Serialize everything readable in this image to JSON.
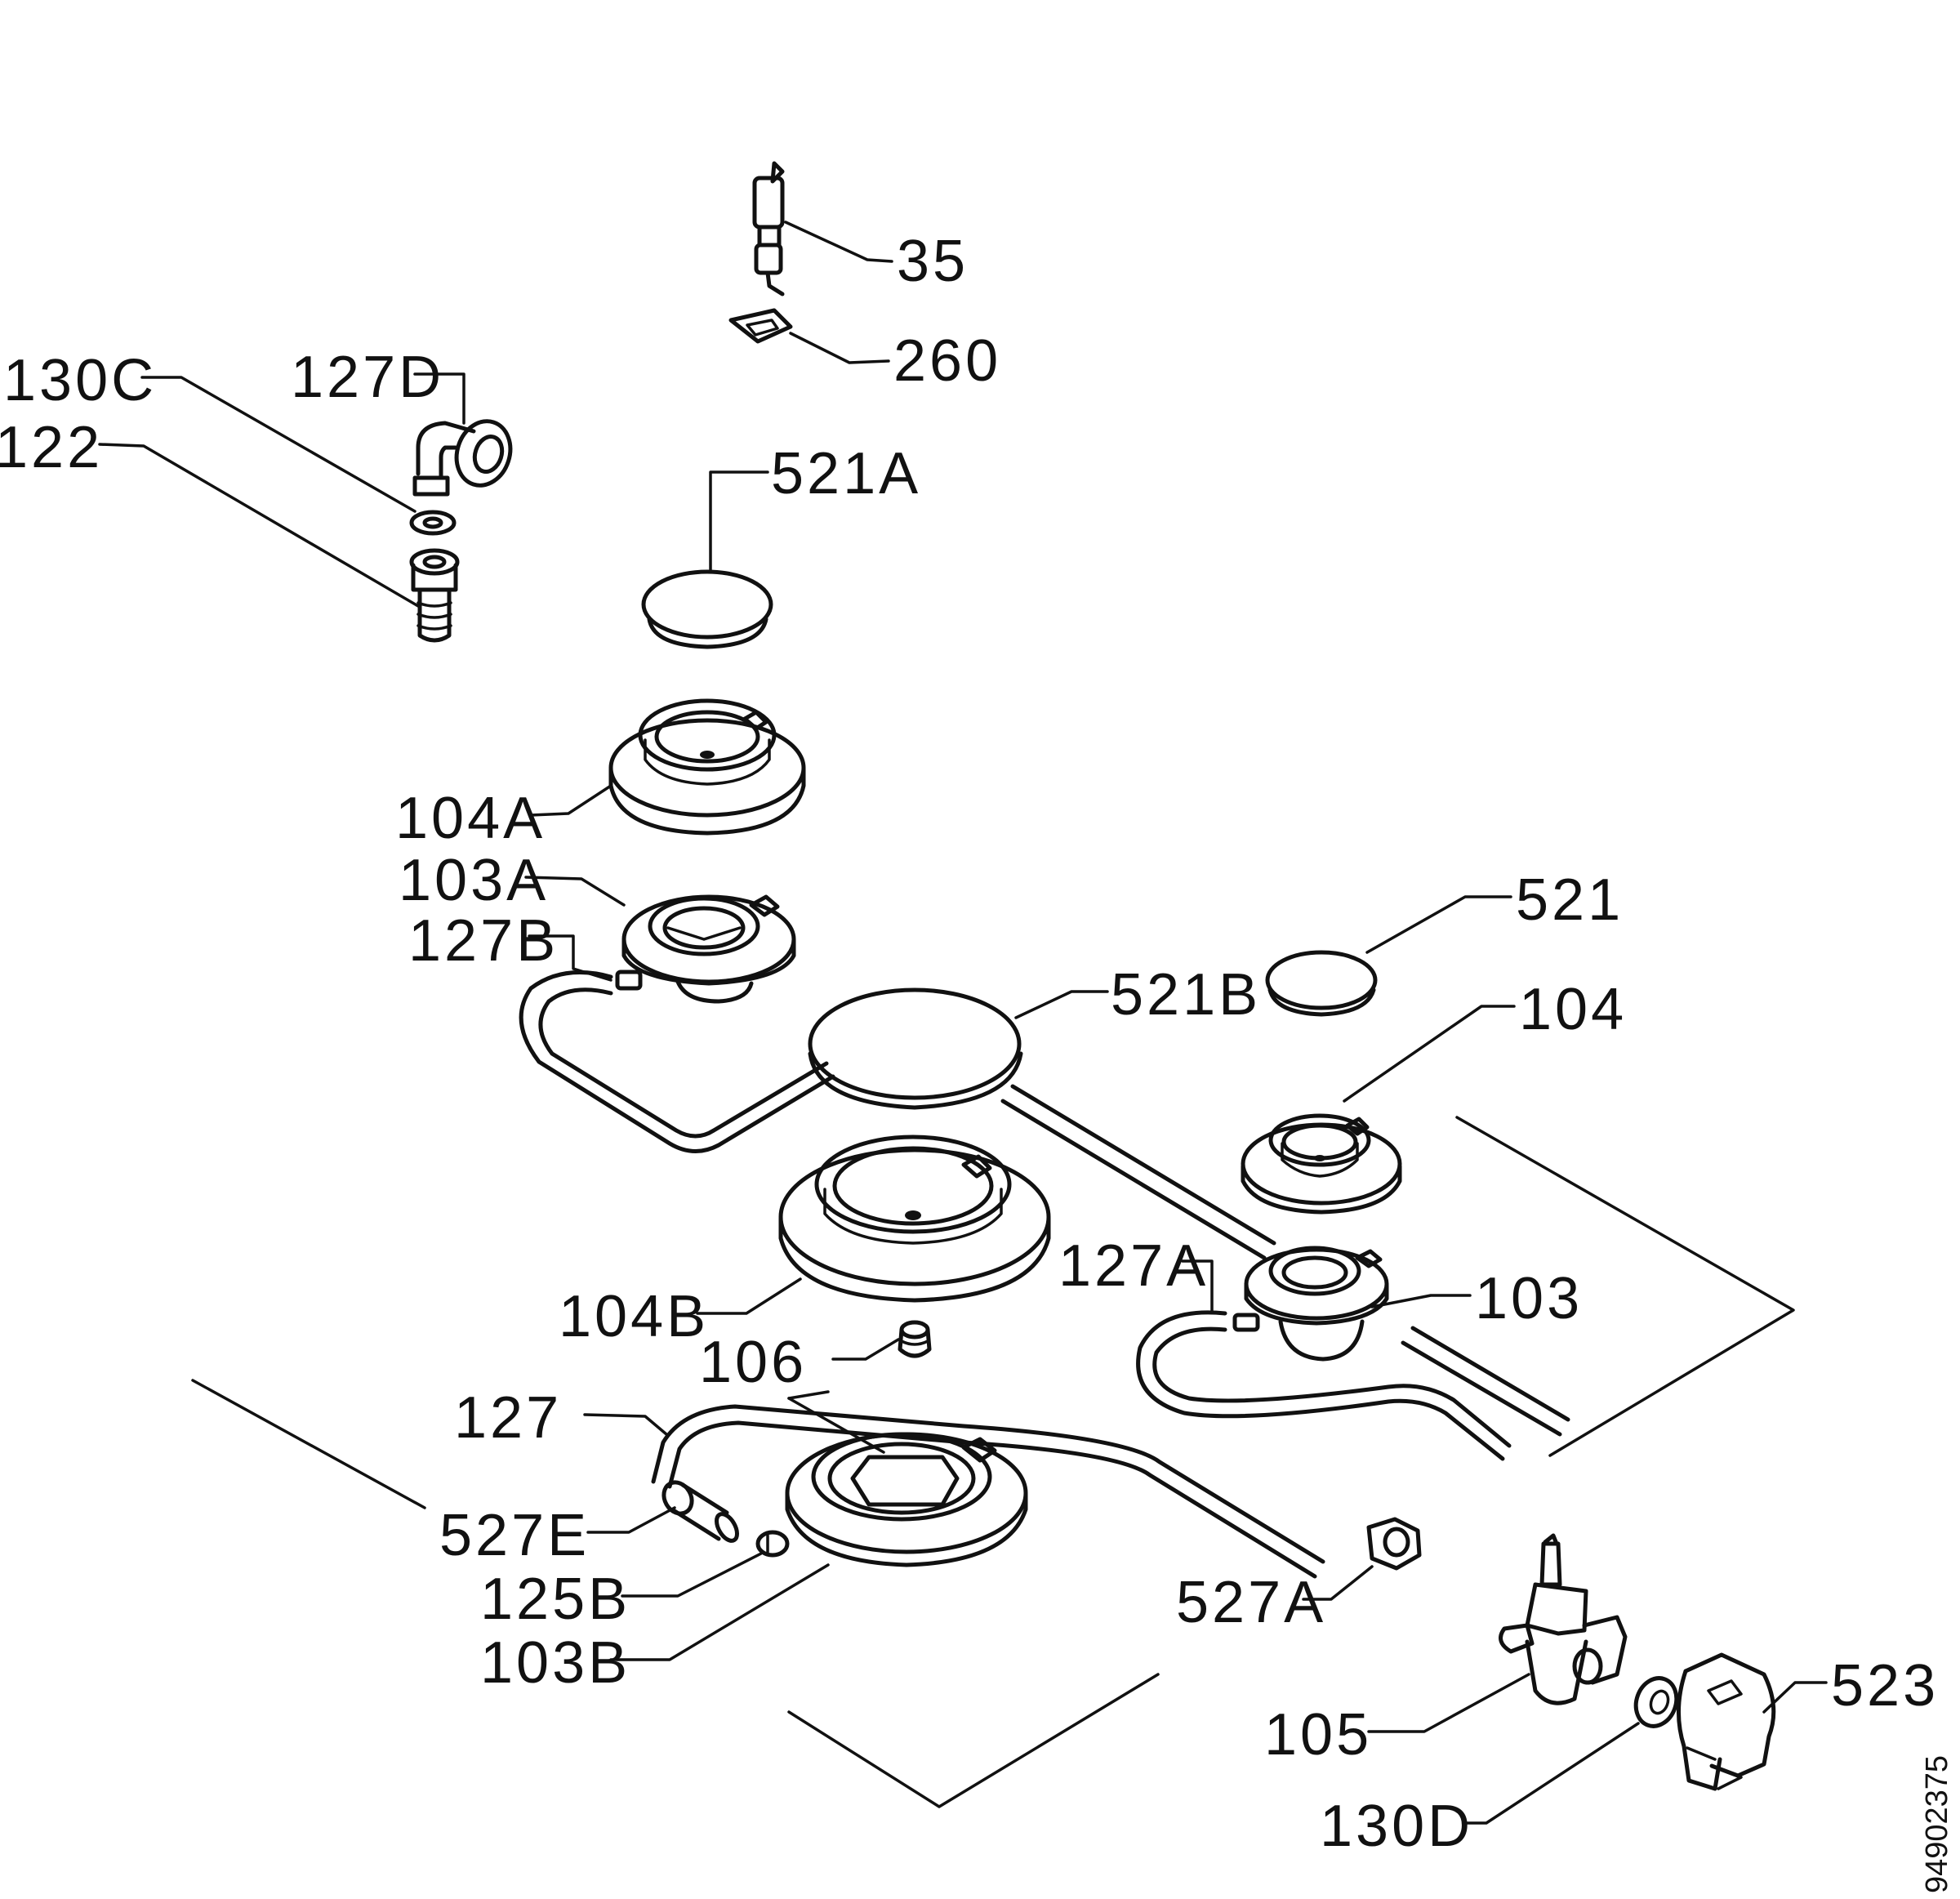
{
  "labels": {
    "p35": "35",
    "p260": "260",
    "p130C": "130C",
    "p127D": "127D",
    "p122": "122",
    "p521A": "521A",
    "p104A": "104A",
    "p103A": "103A",
    "p127B": "127B",
    "p521": "521",
    "p521B": "521B",
    "p104": "104",
    "p127A": "127A",
    "p103": "103",
    "p104B": "104B",
    "p106": "106",
    "p127": "127",
    "p527E": "527E",
    "p125B": "125B",
    "p103B": "103B",
    "p527A": "527A",
    "p523": "523",
    "p105": "105",
    "p130D": "130D"
  },
  "reference_number": "94902375"
}
